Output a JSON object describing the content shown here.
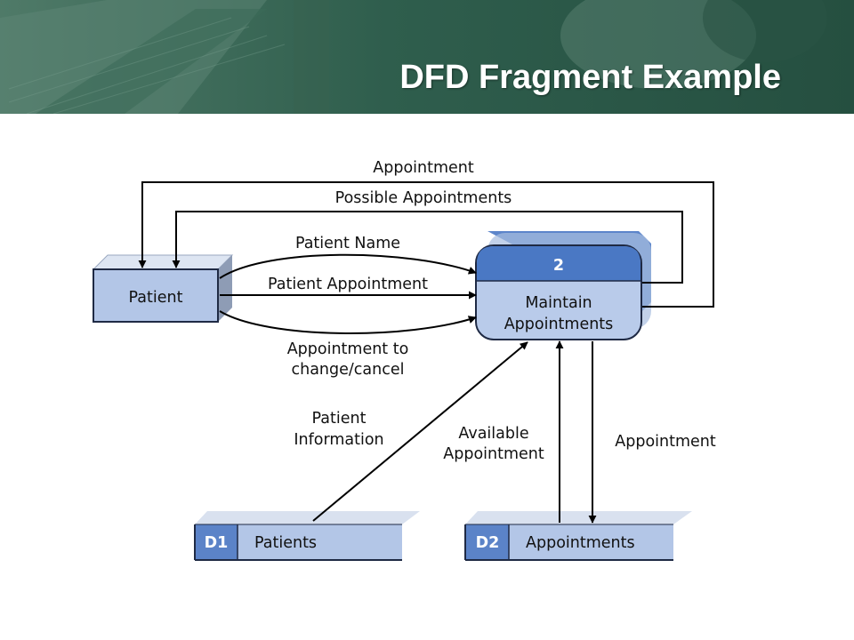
{
  "slide": {
    "title": "DFD Fragment Example"
  },
  "colors": {
    "banner": "#2b5c4a",
    "entity_fill": "#b3c6e7",
    "process_header": "#4a78c4",
    "process_body": "#b9cbea",
    "store_id_fill": "#5b83c8",
    "line": "#000000"
  },
  "diagram": {
    "external_entity": {
      "label": "Patient"
    },
    "process": {
      "id": "2",
      "name_line1": "Maintain",
      "name_line2": "Appointments"
    },
    "store_patients": {
      "id": "D1",
      "name": "Patients"
    },
    "store_appointments": {
      "id": "D2",
      "name": "Appointments"
    },
    "flows": {
      "appointment_top": "Appointment",
      "possible_appointments": "Possible Appointments",
      "patient_name": "Patient Name",
      "patient_appointment": "Patient Appointment",
      "appt_change_line1": "Appointment to",
      "appt_change_line2": "change/cancel",
      "patient_info_line1": "Patient",
      "patient_info_line2": "Information",
      "available_appt_line1": "Available",
      "available_appt_line2": "Appointment",
      "appointment_store": "Appointment"
    }
  }
}
